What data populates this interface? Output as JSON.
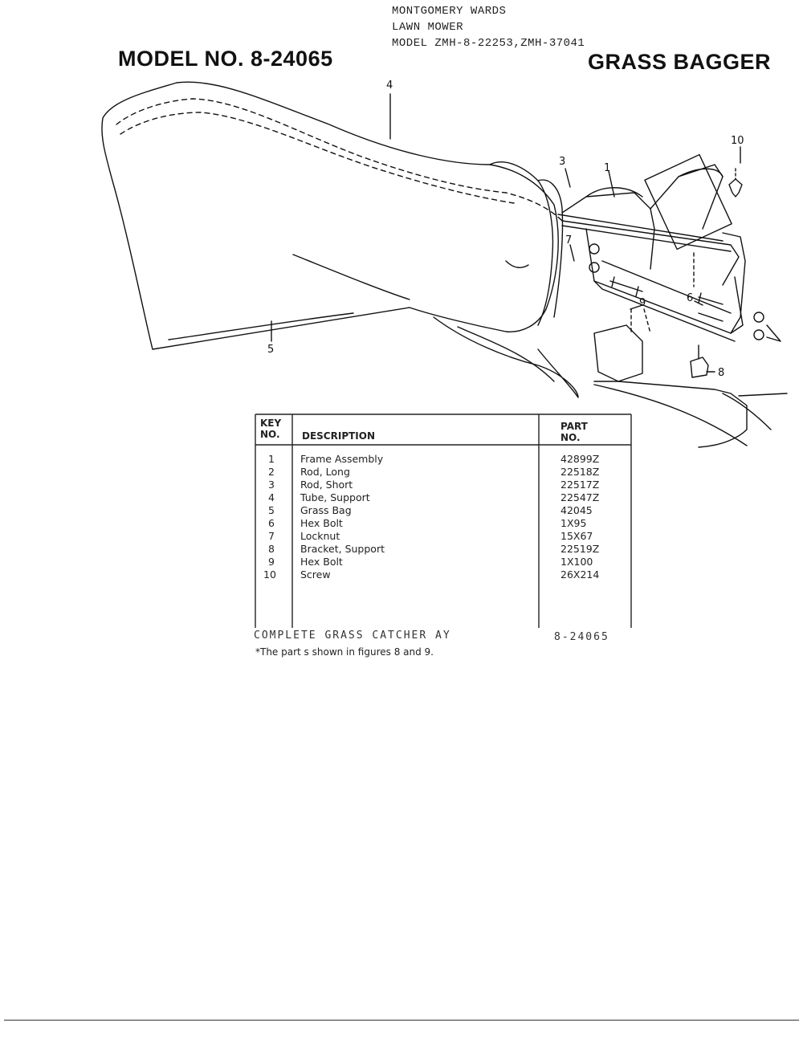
{
  "header": {
    "typed_lines": [
      "MONTGOMERY WARDS",
      "LAWN MOWER",
      "MODEL ZMH-8-22253,ZMH-37041"
    ],
    "model_title": "MODEL NO. 8-24065",
    "product_title": "GRASS BAGGER"
  },
  "diagram": {
    "callouts": [
      "4",
      "10",
      "3",
      "1",
      "7",
      "9",
      "6",
      "5",
      "8"
    ]
  },
  "table": {
    "col_key": [
      "KEY",
      "NO."
    ],
    "col_description": "DESCRIPTION",
    "col_part": [
      "PART",
      "NO."
    ],
    "rows": [
      {
        "key": "1",
        "description": "Frame Assembly",
        "part": "42899Z"
      },
      {
        "key": "2",
        "description": "Rod, Long",
        "part": "22518Z"
      },
      {
        "key": "3",
        "description": "Rod, Short",
        "part": "22517Z"
      },
      {
        "key": "4",
        "description": "Tube, Support",
        "part": "22547Z"
      },
      {
        "key": "5",
        "description": "Grass Bag",
        "part": "42045"
      },
      {
        "key": "6",
        "description": "Hex Bolt",
        "part": "1X95"
      },
      {
        "key": "7",
        "description": "Locknut",
        "part": "15X67"
      },
      {
        "key": "8",
        "description": "Bracket, Support",
        "part": "22519Z"
      },
      {
        "key": "9",
        "description": "Hex Bolt",
        "part": "1X100"
      },
      {
        "key": "10",
        "description": "Screw",
        "part": "26X214"
      }
    ]
  },
  "handwritten": {
    "complete_label": "COMPLETE GRASS CATCHER AY",
    "complete_part": "8-24065"
  },
  "footnote": "*The part s shown in figures 8 and 9."
}
